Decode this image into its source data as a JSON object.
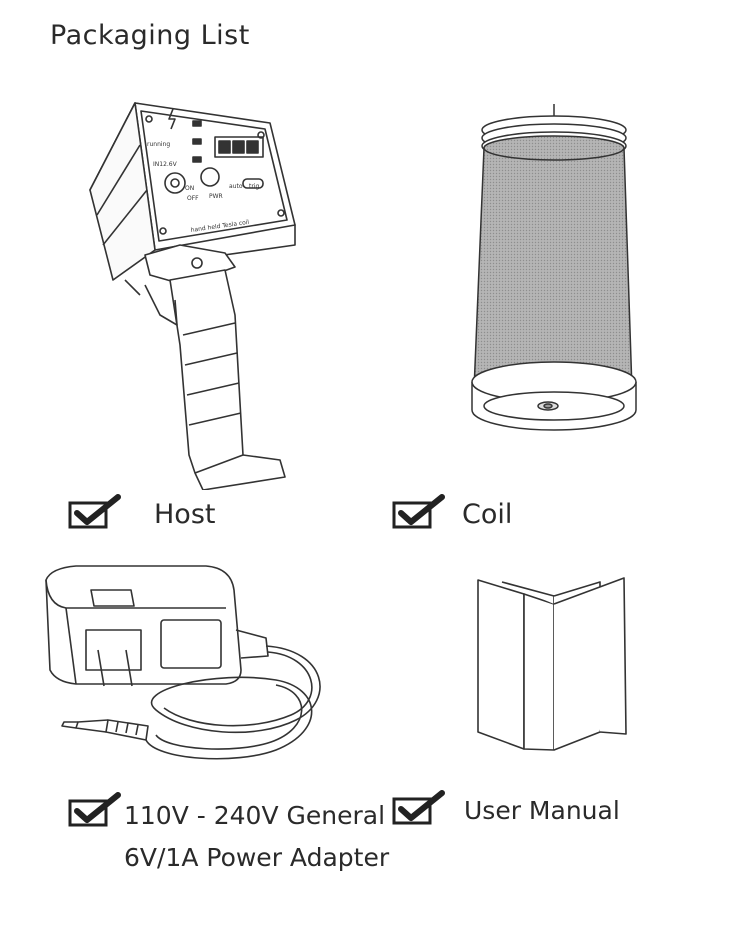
{
  "page": {
    "title": "Packaging List"
  },
  "items": [
    {
      "label": "Host",
      "icon": "check-box-icon"
    },
    {
      "label": "Coil",
      "icon": "check-box-icon"
    },
    {
      "label_line1": "110V - 240V General",
      "label_line2": "6V/1A Power Adapter",
      "icon": "check-box-icon"
    },
    {
      "label": "User Manual",
      "icon": "check-box-icon"
    }
  ],
  "host_panel": {
    "mode_labels": [
      "running",
      "IN12.6V",
      "ON",
      "OFF",
      "PWR",
      "auto",
      "trig"
    ],
    "brand": "hand held Tesla coil"
  }
}
